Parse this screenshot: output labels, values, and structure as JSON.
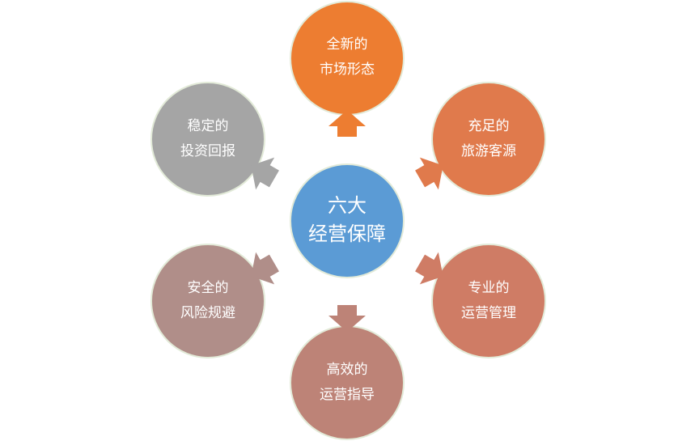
{
  "center": {
    "line1": "六大",
    "line2": "经营保障",
    "color": "#5b9bd5"
  },
  "nodes": [
    {
      "id": "market",
      "line1": "全新的",
      "line2": "市场形态",
      "color": "#ed7d31"
    },
    {
      "id": "tourists",
      "line1": "充足的",
      "line2": "旅游客源",
      "color": "#e07a4c"
    },
    {
      "id": "operation",
      "line1": "专业的",
      "line2": "运营管理",
      "color": "#cf7c65"
    },
    {
      "id": "guidance",
      "line1": "高效的",
      "line2": "运营指导",
      "color": "#bd8377"
    },
    {
      "id": "risk",
      "line1": "安全的",
      "line2": "风险规避",
      "color": "#b08e89"
    },
    {
      "id": "return",
      "line1": "稳定的",
      "line2": "投资回报",
      "color": "#a5a5a5"
    }
  ],
  "arrow_colors": [
    "#ed7d31",
    "#e07a4c",
    "#cf7c65",
    "#bd8377",
    "#b08e89",
    "#a5a5a5"
  ],
  "ring_color": "#e2ead8"
}
